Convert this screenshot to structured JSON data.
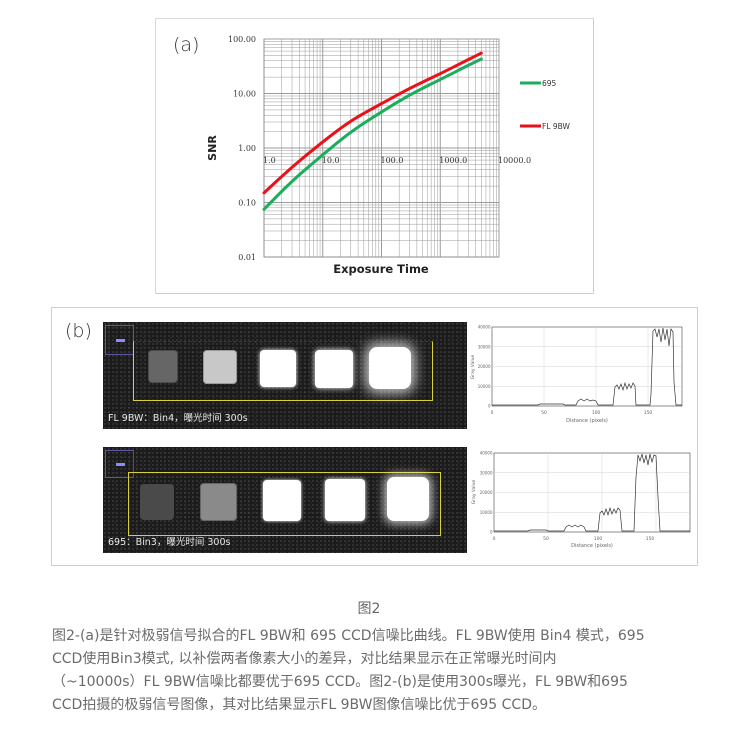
{
  "panel_a": {
    "label": "(a)",
    "ylabel": "SNR",
    "xlabel": "Exposure Time",
    "y_ticks": [
      "100.00",
      "10.00",
      "1.00",
      "0.10",
      "0.01"
    ],
    "x_ticks": [
      "1.0",
      "10.0",
      "100.0",
      "1000.0",
      "10000.0"
    ],
    "legend": [
      {
        "name": "695",
        "color": "#1aae5c"
      },
      {
        "name": "FL 9BW",
        "color": "#e8121b"
      }
    ]
  },
  "chart_data": {
    "type": "line",
    "title": "",
    "xlabel": "Exposure Time",
    "ylabel": "SNR",
    "xscale": "log",
    "yscale": "log",
    "xlim": [
      1,
      10000
    ],
    "ylim": [
      0.01,
      100
    ],
    "grid": true,
    "legend_position": "right",
    "x": [
      1,
      3,
      10,
      30,
      100,
      300,
      1000,
      3000,
      5000
    ],
    "series": [
      {
        "name": "695",
        "color": "#1aae5c",
        "values": [
          0.075,
          0.25,
          0.75,
          2.0,
          4.6,
          9.5,
          18,
          33,
          43
        ]
      },
      {
        "name": "FL 9BW",
        "color": "#e8121b",
        "values": [
          0.15,
          0.45,
          1.3,
          3.2,
          6.5,
          12.5,
          23,
          42,
          55
        ]
      }
    ]
  },
  "panel_b": {
    "label": "(b)",
    "images": [
      {
        "caption": "FL 9BW：Bin4，曝光时间 300s"
      },
      {
        "caption": "695：Bin3，曝光时间 300s"
      }
    ],
    "profiles": [
      {
        "y_ticks": [
          "40000",
          "30000",
          "20000",
          "10000",
          "0"
        ],
        "x_ticks": [
          "0",
          "50",
          "100",
          "150"
        ],
        "ylabel": "Gray Value",
        "xlabel": "Distance (pixels)"
      },
      {
        "y_ticks": [
          "40000",
          "30000",
          "20000",
          "10000",
          "0"
        ],
        "x_ticks": [
          "0",
          "50",
          "100",
          "150"
        ],
        "ylabel": "Gray Value",
        "xlabel": "Distance (pixels)"
      }
    ]
  },
  "figure_title": "图2",
  "caption_lines": [
    "图2-(a)是针对极弱信号拟合的FL 9BW和 695 CCD信噪比曲线。FL 9BW使用 Bin4 模式，695",
    "CCD使用Bin3模式, 以补偿两者像素大小的差异，对比结果显示在正常曝光时间内",
    "（~10000s）FL 9BW信噪比都要优于695 CCD。图2-(b)是使用300s曝光，FL 9BW和695",
    "CCD拍摄的极弱信号图像，其对比结果显示FL 9BW图像信噪比优于695 CCD。"
  ]
}
